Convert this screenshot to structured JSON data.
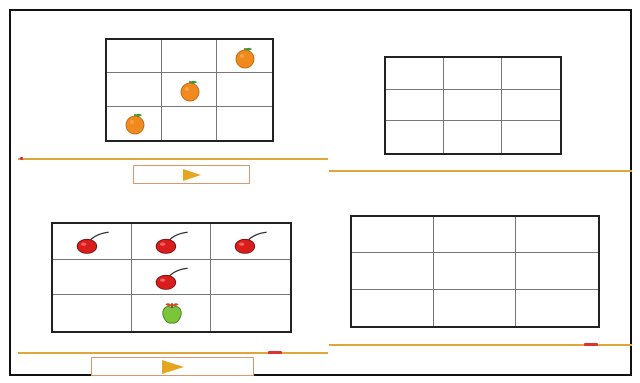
{
  "puzzles": [
    {
      "id": "top-left",
      "source_grid": {
        "rows": 3,
        "cols": 3,
        "items": [
          {
            "row": 0,
            "col": 2,
            "fruit": "orange"
          },
          {
            "row": 1,
            "col": 1,
            "fruit": "orange"
          },
          {
            "row": 2,
            "col": 0,
            "fruit": "orange"
          }
        ]
      },
      "target_grid": {
        "rows": 3,
        "cols": 3,
        "items": []
      },
      "progress": 0.0,
      "play_icon": "play-triangle-icon"
    },
    {
      "id": "bottom-left",
      "source_grid": {
        "rows": 3,
        "cols": 3,
        "items": [
          {
            "row": 0,
            "col": 0,
            "fruit": "cherry"
          },
          {
            "row": 0,
            "col": 1,
            "fruit": "cherry"
          },
          {
            "row": 0,
            "col": 2,
            "fruit": "cherry"
          },
          {
            "row": 1,
            "col": 1,
            "fruit": "cherry"
          },
          {
            "row": 2,
            "col": 1,
            "fruit": "green-apple"
          }
        ]
      },
      "target_grid": {
        "rows": 3,
        "cols": 3,
        "items": []
      },
      "progress": 0.83,
      "play_icon": "play-triangle-icon"
    }
  ],
  "colors": {
    "track": "#e0a63b",
    "marker": "#e03030",
    "play": "#e6a520",
    "button_border": "#d89a6a",
    "orange": "#f08a1e",
    "cherry": "#d91c1c",
    "apple": "#7cc43a"
  }
}
